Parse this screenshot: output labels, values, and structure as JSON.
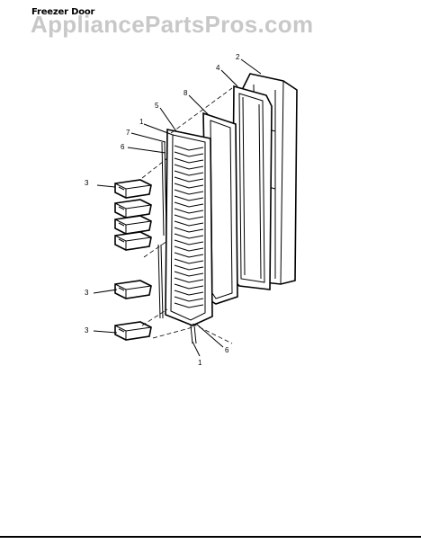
{
  "title": "Freezer Door",
  "watermark": "AppliancePartsPros.com",
  "callouts": {
    "c1_top": "1",
    "c1_bottom": "1",
    "c2": "2",
    "c3_a": "3",
    "c3_b": "3",
    "c3_c": "3",
    "c4": "4",
    "c5": "5",
    "c6_top": "6",
    "c6_bottom": "6",
    "c7": "7",
    "c8": "8"
  }
}
